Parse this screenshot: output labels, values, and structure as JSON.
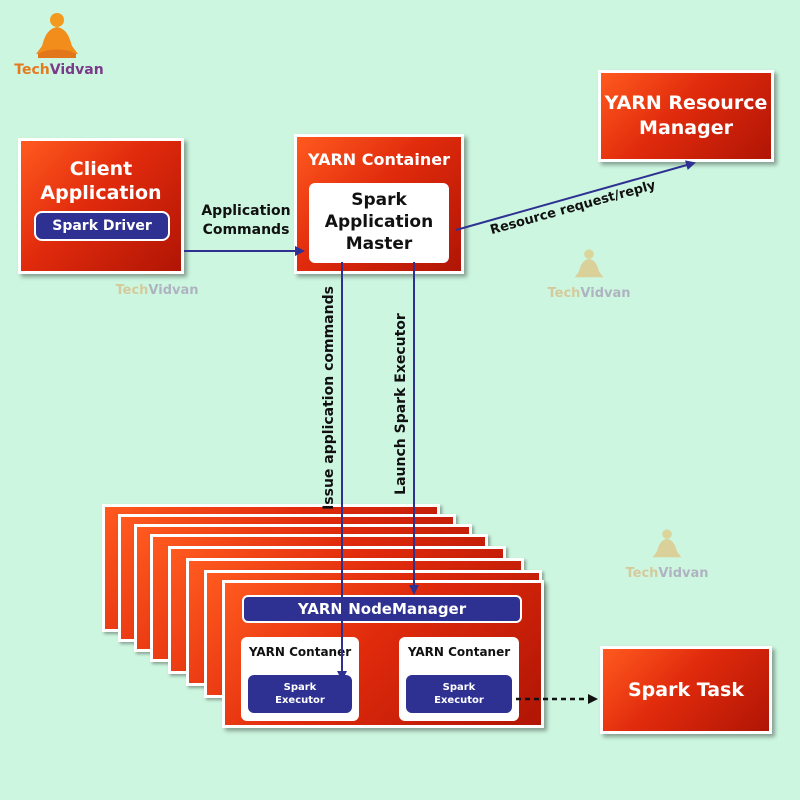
{
  "brand": {
    "name_part1": "Tech",
    "name_part2": "Vidvan"
  },
  "client": {
    "title_line1": "Client",
    "title_line2": "Application",
    "driver": "Spark Driver"
  },
  "rm": {
    "title_line1": "YARN Resource",
    "title_line2": "Manager"
  },
  "container": {
    "title": "YARN Container",
    "am_line1": "Spark",
    "am_line2": "Application",
    "am_line3": "Master"
  },
  "arrows": {
    "app_commands_line1": "Application",
    "app_commands_line2": "Commands",
    "resource": "Resource request/reply",
    "issue": "Issue application commands",
    "launch": "Launch Spark Executor"
  },
  "nodemanager": {
    "title": "YARN NodeManager",
    "containers": [
      {
        "title": "YARN Contaner",
        "exec_line1": "Spark",
        "exec_line2": "Executor"
      },
      {
        "title": "YARN Contaner",
        "exec_line1": "Spark",
        "exec_line2": "Executor"
      }
    ]
  },
  "task": {
    "title": "Spark Task"
  },
  "colors": {
    "background": "#cdf6e0",
    "box_red": "#e02a0c",
    "navy": "#2e3192",
    "logo_orange": "#f39a1e"
  }
}
